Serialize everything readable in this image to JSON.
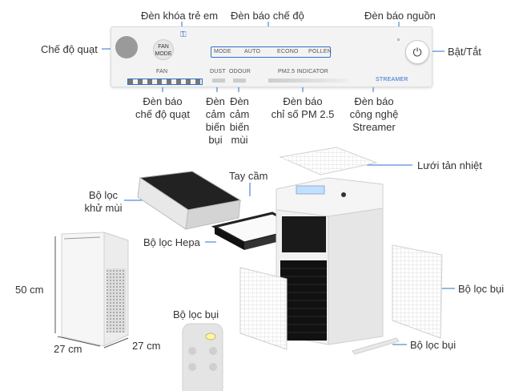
{
  "callouts": {
    "child_lock": "Đèn khóa trẻ em",
    "mode_light": "Đèn báo chế độ",
    "power_light": "Đèn báo nguồn",
    "fan_mode": "Chế độ quạt",
    "power_button": "Bật/Tắt",
    "fan_level_light": [
      "Đèn báo",
      "chế độ quạt"
    ],
    "dust_sensor": [
      "Đèn",
      "cảm",
      "biến",
      "bụi"
    ],
    "odour_sensor": [
      "Đèn",
      "cảm",
      "biến",
      "mùi"
    ],
    "pm25_light": [
      "Đèn báo",
      "chỉ số PM 2.5"
    ],
    "streamer_light": [
      "Đèn báo",
      "công nghệ",
      "Streamer"
    ],
    "heat_mesh": "Lưới tản nhiệt",
    "handle": "Tay cầm",
    "deodorizing_filter": [
      "Bộ lọc",
      "khử mùi"
    ],
    "hepa_filter": "Bộ lọc Hepa",
    "dust_filter_right": "Bộ lọc bụi",
    "dust_filter_left": "Bộ lọc bụi",
    "dust_filter_bottom": "Bộ lọc bụi"
  },
  "panel": {
    "fan_mode_btn": [
      "FAN",
      "MODE"
    ],
    "mode_label": "MODE",
    "modes": [
      "AUTO",
      "ECONO",
      "POLLEN"
    ],
    "fan_label": "FAN",
    "dust_label": "DUST",
    "odour_label": "ODOUR",
    "pm_label": "PM2.5  INDICATOR",
    "streamer_label": "STREAMER"
  },
  "dimensions": {
    "height": "50 cm",
    "width": "27 cm",
    "depth": "27 cm"
  },
  "colors": {
    "accent": "#2e6fd0",
    "text": "#333333",
    "panel": "#f3f3f3",
    "filter_black": "#1a1a1a"
  }
}
